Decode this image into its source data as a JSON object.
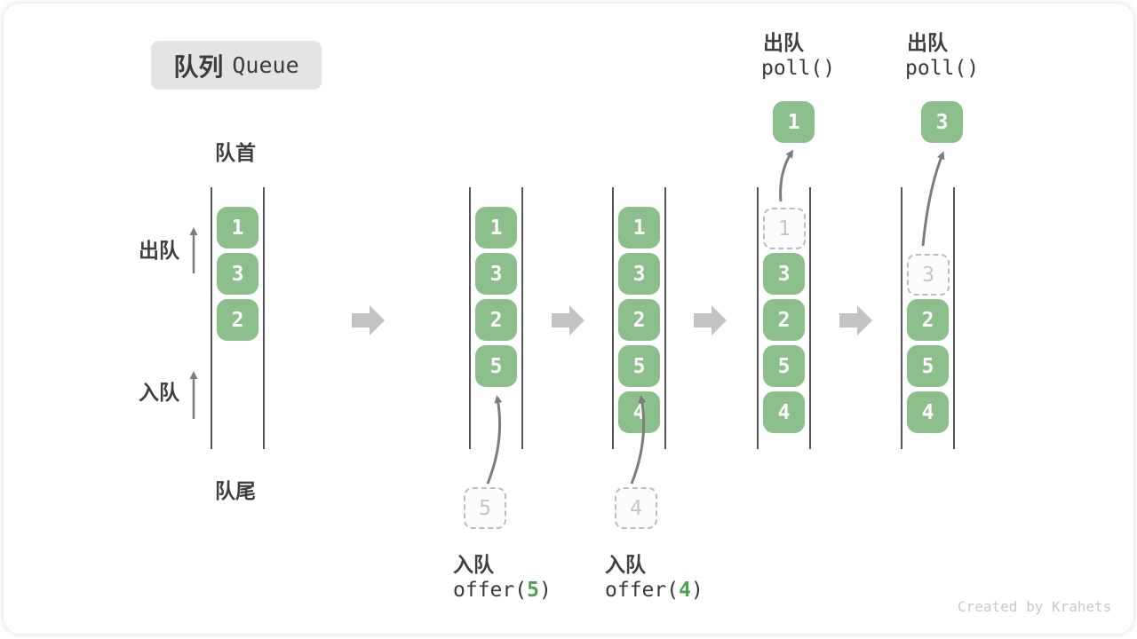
{
  "title": {
    "zh": "队列",
    "en": "Queue"
  },
  "labels": {
    "front": "队首",
    "rear": "队尾",
    "dequeue_side": "出队",
    "enqueue_side": "入队",
    "watermark": "Created by Krahets"
  },
  "ops": {
    "enqueue5": {
      "label": "入队",
      "fn": "offer(",
      "arg": "5",
      "close": ")"
    },
    "enqueue4": {
      "label": "入队",
      "fn": "offer(",
      "arg": "4",
      "close": ")"
    },
    "poll1": {
      "label": "出队",
      "code": "poll()"
    },
    "poll3": {
      "label": "出队",
      "code": "poll()"
    }
  },
  "queues": [
    {
      "slots": [
        "1",
        "3",
        "2"
      ]
    },
    {
      "slots": [
        "1",
        "3",
        "2",
        "5"
      ],
      "incoming": "5"
    },
    {
      "slots": [
        "1",
        "3",
        "2",
        "5",
        "4"
      ],
      "incoming": "4"
    },
    {
      "dashed": "1",
      "slots": [
        "3",
        "2",
        "5",
        "4"
      ],
      "popped": "1"
    },
    {
      "dashed": "3",
      "slots": [
        "2",
        "5",
        "4"
      ],
      "popped": "3"
    }
  ],
  "colors": {
    "box_green": "#8cbf8c",
    "code_arg_green": "#4fa050",
    "thin_arrow": "#7d7d7d",
    "block_arrow": "#c3c3c3",
    "badge_bg": "#e4e4e4",
    "rail": "#555555",
    "dashed_border": "#bdbdbd",
    "dashed_text": "#c6c6c6",
    "text_dark": "#3c3c3c"
  }
}
